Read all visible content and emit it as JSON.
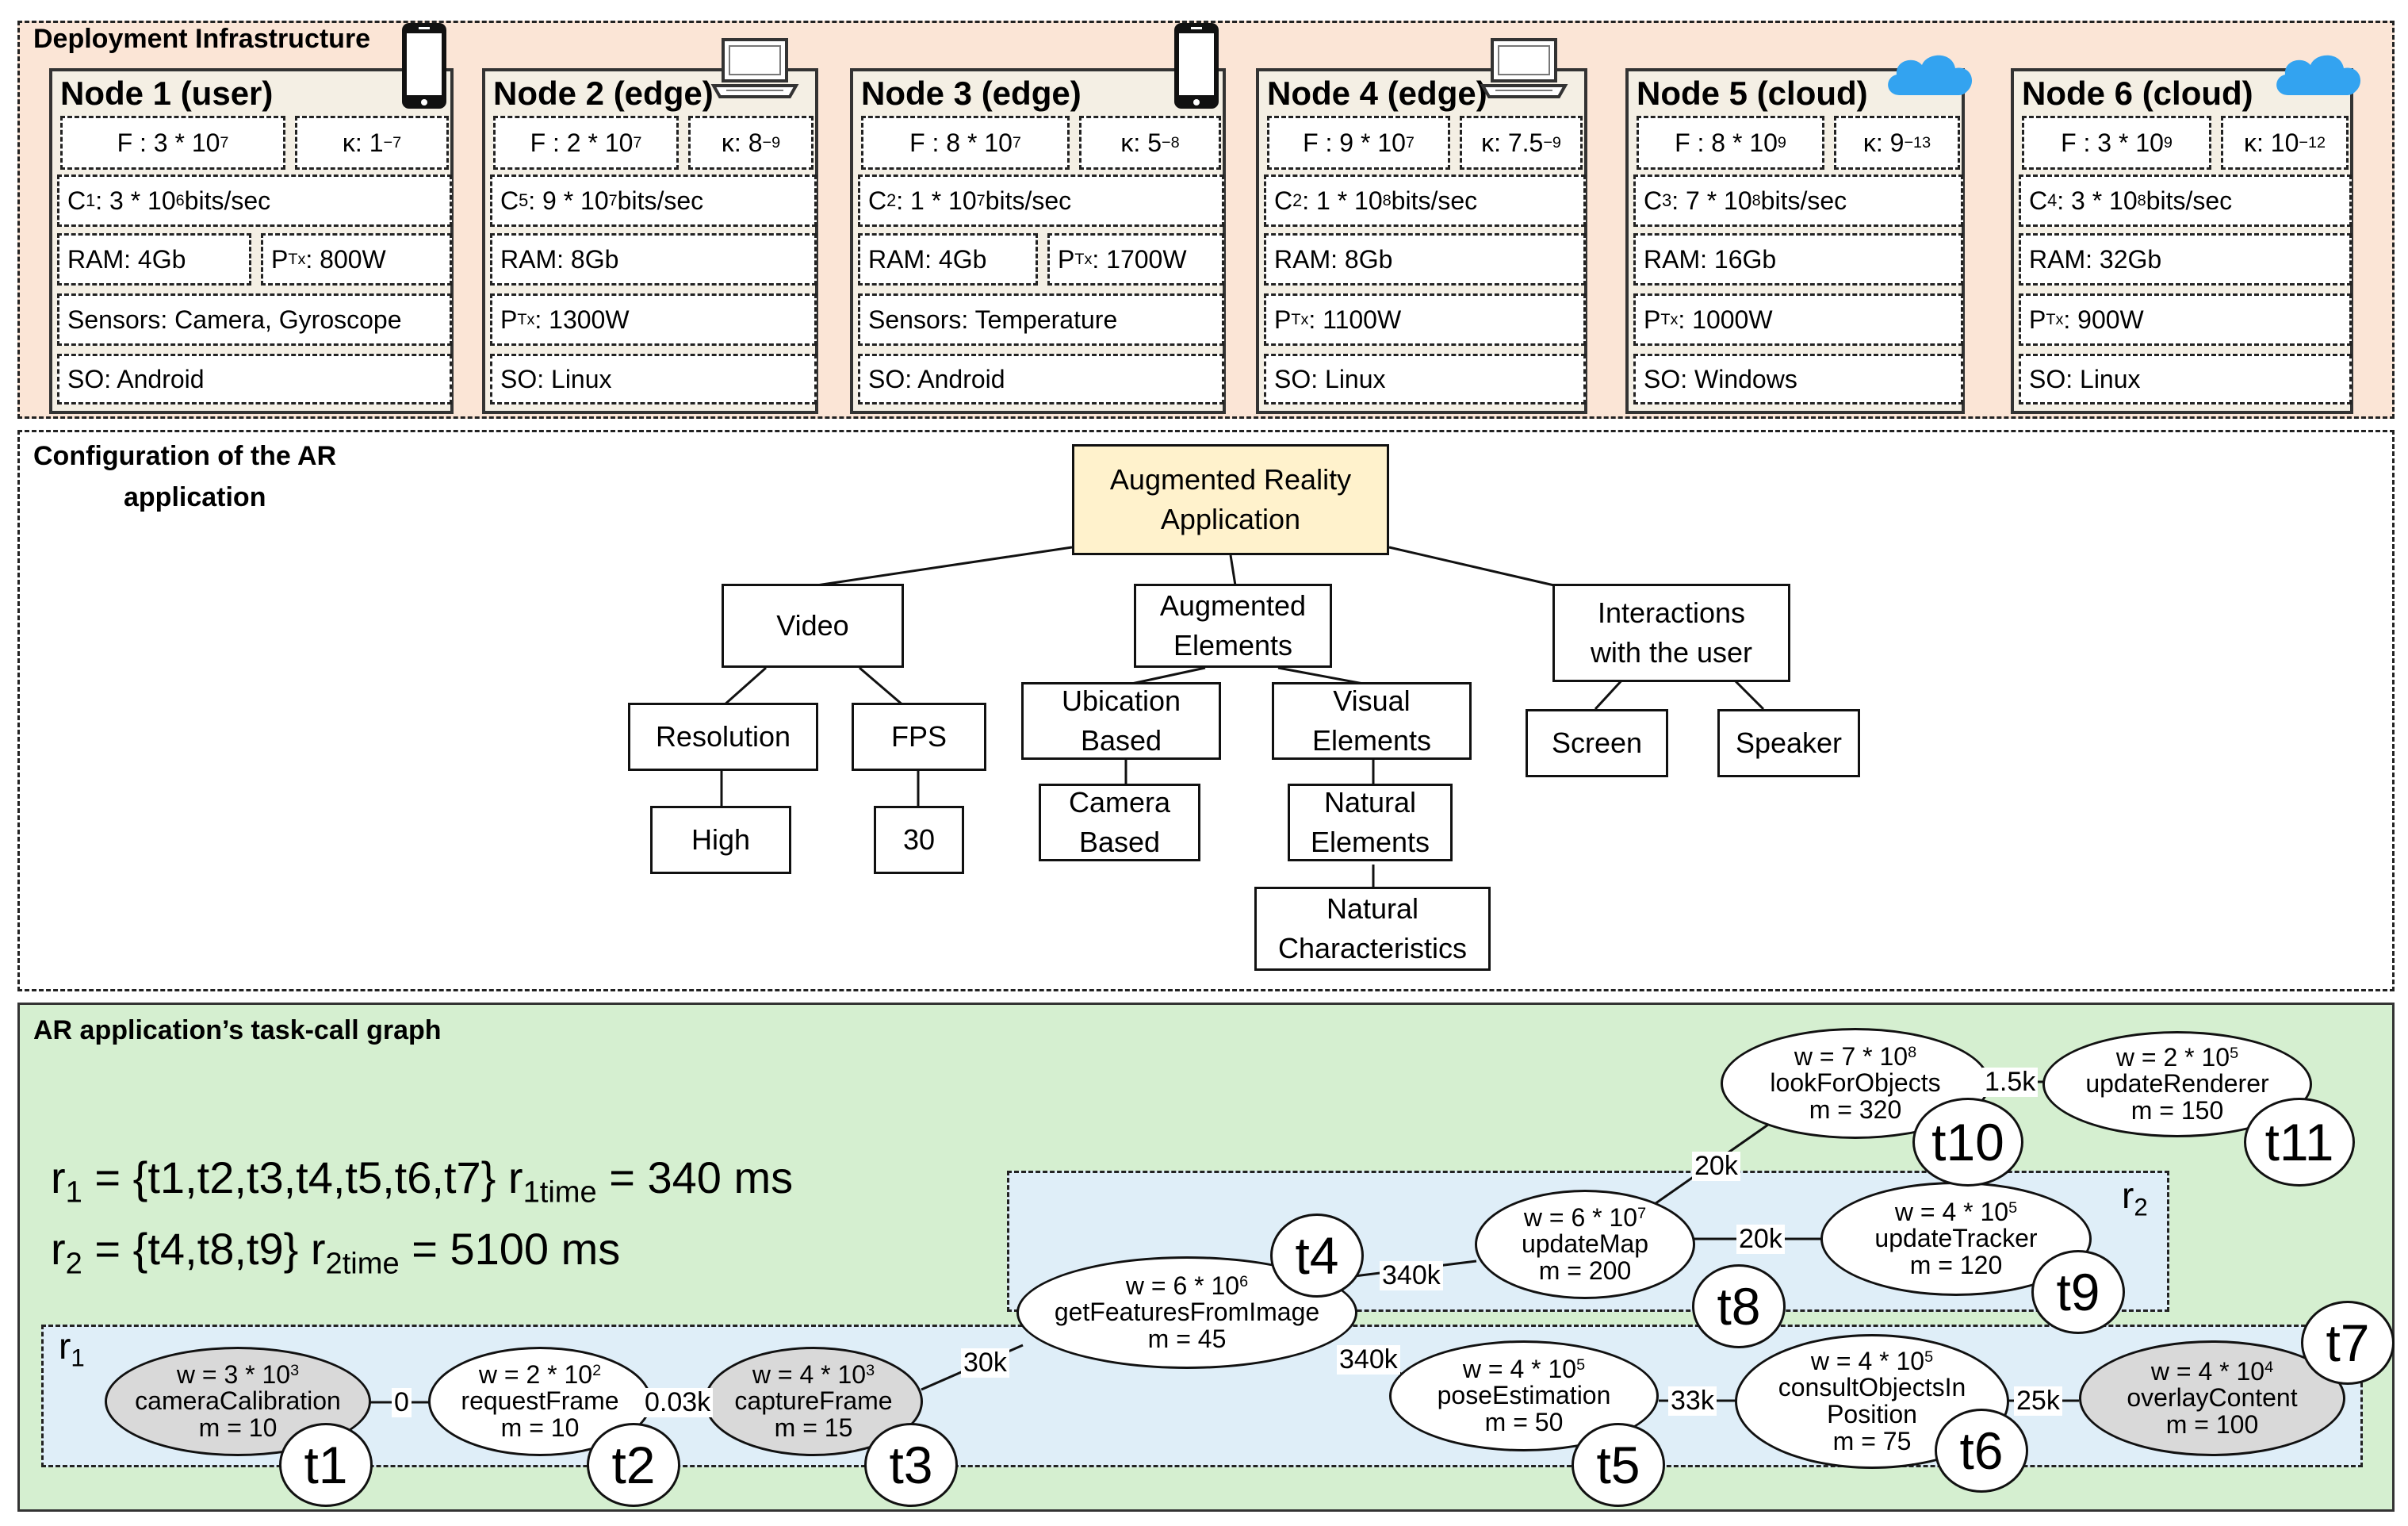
{
  "infra": {
    "title": "Deployment Infrastructure",
    "nodes": [
      {
        "title": "Node 1 (user)",
        "icon": "phone-icon",
        "F_base": "F : 3 * 10",
        "F_exp": "7",
        "k_base": "κ: 1",
        "k_exp": "−7",
        "C_sym": "C",
        "C_sub": "1",
        "C_mid": ": 3 * 10",
        "C_exp": "6",
        "C_unit": " bits/sec",
        "ram": "RAM:  4Gb",
        "ptx_val": ":  800W",
        "sensors": "Sensors: Camera, Gyroscope",
        "so": "SO: Android"
      },
      {
        "title": "Node 2 (edge)",
        "icon": "laptop-icon",
        "F_base": "F : 2 * 10",
        "F_exp": "7",
        "k_base": "κ: 8",
        "k_exp": "−9",
        "C_sym": "C",
        "C_sub": "5",
        "C_mid": ": 9 * 10",
        "C_exp": "7",
        "C_unit": " bits/sec",
        "ram": "RAM:  8Gb",
        "ptx_val": ":  1300W",
        "so": "SO: Linux"
      },
      {
        "title": "Node 3 (edge)",
        "icon": "phone-icon",
        "F_base": "F : 8 * 10",
        "F_exp": "7",
        "k_base": "κ: 5",
        "k_exp": "−8",
        "C_sym": "C",
        "C_sub": "2",
        "C_mid": ": 1 * 10",
        "C_exp": "7",
        "C_unit": " bits/sec",
        "ram": "RAM:  4Gb",
        "ptx_val": ":  1700W",
        "sensors": "Sensors: Temperature",
        "so": "SO: Android"
      },
      {
        "title": "Node 4 (edge)",
        "icon": "laptop-icon",
        "F_base": "F : 9 * 10",
        "F_exp": "7",
        "k_base": "κ: 7.5",
        "k_exp": "−9",
        "C_sym": "C",
        "C_sub": "2",
        "C_mid": ": 1 * 10",
        "C_exp": "8",
        "C_unit": " bits/sec",
        "ram": "RAM:  8Gb",
        "ptx_val": ":  1100W",
        "so": "SO: Linux"
      },
      {
        "title": "Node 5 (cloud)",
        "icon": "cloud-icon",
        "F_base": "F : 8 * 10",
        "F_exp": "9",
        "k_base": "κ: 9",
        "k_exp": "−13",
        "C_sym": "C",
        "C_sub": "3",
        "C_mid": ": 7 * 10",
        "C_exp": "8",
        "C_unit": " bits/sec",
        "ram": "RAM:  16Gb",
        "ptx_val": ":  1000W",
        "so": "SO: Windows"
      },
      {
        "title": "Node 6 (cloud)",
        "icon": "cloud-icon",
        "F_base": "F : 3 * 10",
        "F_exp": "9",
        "k_base": "κ: 10",
        "k_exp": "−12",
        "C_sym": "C",
        "C_sub": "4",
        "C_mid": ": 3 * 10",
        "C_exp": "8",
        "C_unit": " bits/sec",
        "ram": "RAM:  32Gb",
        "ptx_val": ":  900W",
        "so": "SO: Linux"
      }
    ],
    "ptx_sym": "P",
    "ptx_sup": "Tx"
  },
  "config": {
    "title_line1": "Configuration of the AR",
    "title_line2": "application",
    "root": "Augmented Reality\nApplication",
    "video": "Video",
    "augmented": "Augmented\nElements",
    "interactions": "Interactions\nwith the user",
    "resolution": "Resolution",
    "fps": "FPS",
    "high": "High",
    "fps_val": "30",
    "ubication": "Ubication\nBased",
    "camera_based": "Camera\nBased",
    "visual": "Visual\nElements",
    "natural_elements": "Natural\nElements",
    "natural_characteristics": "Natural\nCharacteristics",
    "screen": "Screen",
    "speaker": "Speaker"
  },
  "graph": {
    "title": "AR application’s task-call graph",
    "r1": {
      "sym": "r",
      "sub": "1",
      "set": " = {t1,t2,t3,t4,t5,t6,t7} r",
      "time_sub": "1time",
      "time": " = 340 ms"
    },
    "r2": {
      "sym": "r",
      "sub": "2",
      "set": " = {t4,t8,t9} r",
      "time_sub": "2time",
      "time": " = 5100 ms"
    },
    "region_r1": {
      "sym": "r",
      "sub": "1"
    },
    "region_r2": {
      "sym": "r",
      "sub": "2"
    },
    "tasks": {
      "t1": {
        "w_base": "w = 3 * 10",
        "w_exp": "3",
        "name": "cameraCalibration",
        "m": "m = 10",
        "label": "t1"
      },
      "t2": {
        "w_base": "w = 2 * 10",
        "w_exp": "2",
        "name": "requestFrame",
        "m": "m = 10",
        "label": "t2"
      },
      "t3": {
        "w_base": "w = 4 * 10",
        "w_exp": "3",
        "name": "captureFrame",
        "m": "m = 15",
        "label": "t3"
      },
      "t4": {
        "w_base": "w = 6 * 10",
        "w_exp": "6",
        "name": "getFeaturesFromImage",
        "m": "m = 45",
        "label": "t4"
      },
      "t5": {
        "w_base": "w = 4 * 10",
        "w_exp": "5",
        "name": "poseEstimation",
        "m": "m = 50",
        "label": "t5"
      },
      "t6": {
        "w_base": "w = 4 * 10",
        "w_exp": "5",
        "name": "consultObjectsIn",
        "name2": "Position",
        "m": "m = 75",
        "label": "t6"
      },
      "t7": {
        "w_base": "w = 4 * 10",
        "w_exp": "4",
        "name": "overlayContent",
        "m": "m = 100",
        "label": "t7"
      },
      "t8": {
        "w_base": "w = 6 * 10",
        "w_exp": "7",
        "name": "updateMap",
        "m": "m = 200",
        "label": "t8"
      },
      "t9": {
        "w_base": "w = 4 * 10",
        "w_exp": "5",
        "name": "updateTracker",
        "m": "m = 120",
        "label": "t9"
      },
      "t10": {
        "w_base": "w = 7 * 10",
        "w_exp": "8",
        "name": "lookForObjects",
        "m": "m = 320",
        "label": "t10"
      },
      "t11": {
        "w_base": "w = 2 * 10",
        "w_exp": "5",
        "name": "updateRenderer",
        "m": "m = 150",
        "label": "t11"
      }
    },
    "edges": {
      "t1_t2": "0",
      "t2_t3": "0.03k",
      "t3_t4": "30k",
      "t4_t5": "340k",
      "t5_t6": "33k",
      "t6_t7": "25k",
      "t4_t8": "340k",
      "t8_t9": "20k",
      "t8_t10": "20k",
      "t10_t11": "1.5k"
    }
  }
}
